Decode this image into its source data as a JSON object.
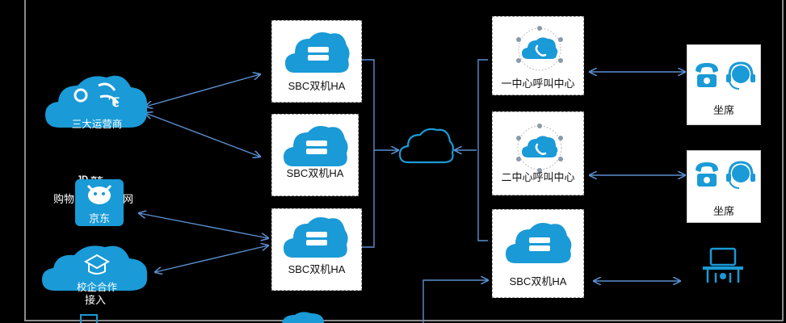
{
  "colors": {
    "accent": "#1A9AD6",
    "line": "#5B8FCF",
    "background": "#000000",
    "box": "#FFFFFF"
  },
  "sources": {
    "carriers": {
      "label": "三大运营商",
      "icon": "carrier-logos-icon"
    },
    "jd": {
      "label": "购物",
      "label_right": "网",
      "badge_text": "京东",
      "logo_text": "JD",
      "logo_sub": "京东",
      "icon": "jd-mascot-icon"
    },
    "campus": {
      "label": "校企合作",
      "label2": "接入",
      "icon": "graduation-cap-icon"
    }
  },
  "sbc": {
    "boxes": [
      {
        "label": "SBC双机HA"
      },
      {
        "label": "SBC双机HA"
      },
      {
        "label": "SBC双机HA"
      }
    ],
    "right_box": {
      "label": "SBC双机HA"
    }
  },
  "centers": [
    {
      "label": "一中心呼叫中心",
      "icon": "phone-cloud-icon"
    },
    {
      "label": "二中心呼叫中心",
      "icon": "phone-cloud-icon"
    }
  ],
  "agents": [
    {
      "label": "坐席",
      "icon": "telephone-headset-icon"
    },
    {
      "label": "坐席",
      "icon": "telephone-headset-icon"
    }
  ],
  "workstation": {
    "icon": "office-desk-icon"
  },
  "hub": {
    "icon": "cloud-icon"
  }
}
